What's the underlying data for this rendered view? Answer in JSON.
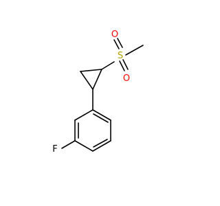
{
  "molecule": {
    "atoms": {
      "fluorine": {
        "symbol": "F",
        "color": "#000000"
      },
      "sulfur": {
        "symbol": "S",
        "color": "#b8a000"
      },
      "oxygen_top": {
        "symbol": "O",
        "color": "#ff0000"
      },
      "oxygen_bottom": {
        "symbol": "O",
        "color": "#ff0000"
      }
    },
    "bond_color": "#000000"
  }
}
